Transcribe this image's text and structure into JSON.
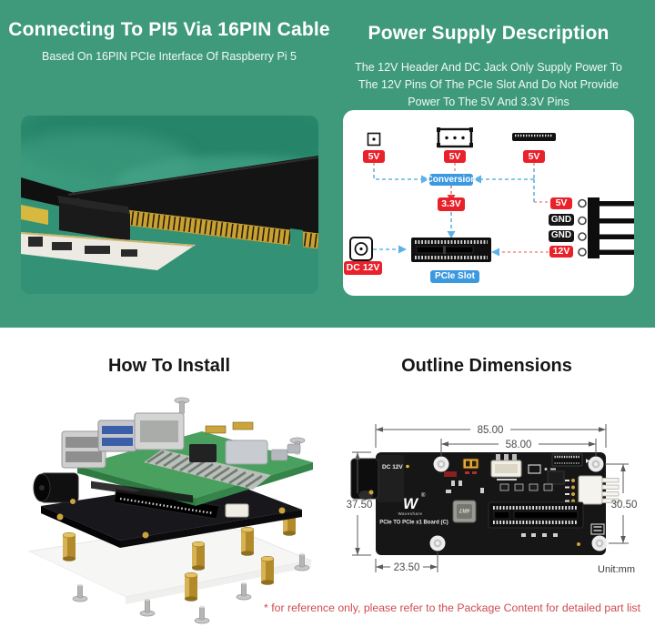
{
  "top_left": {
    "title": "Connecting To PI5 Via 16PIN Cable",
    "subtitle": "Based On 16PIN PCIe Interface Of Raspberry Pi 5"
  },
  "top_right": {
    "title": "Power Supply Description",
    "description": "The 12V Header And DC Jack Only Supply Power To The 12V Pins Of The PCIe Slot And Do Not Provide Power To The 5V And 3.3V Pins"
  },
  "power_diagram": {
    "src_5v_1": "5V",
    "src_5v_2": "5V",
    "src_5v_3": "5V",
    "conversion": "Conversion",
    "v33": "3.3V",
    "dc_jack": "DC 12V",
    "pcie_slot": "PCIe Slot",
    "pin_5v": "5V",
    "pin_gnd_1": "GND",
    "pin_gnd_2": "GND",
    "pin_12v": "12V"
  },
  "bottom_left": {
    "title": "How To Install"
  },
  "bottom_right": {
    "title": "Outline Dimensions",
    "dim_width": "85.00",
    "dim_hole_span": "58.00",
    "dim_height_left": "37.50",
    "dim_height_right": "30.50",
    "dim_hole_offset": "23.50",
    "unit": "Unit:mm",
    "board": {
      "dc_label": "DC 12V",
      "logo": "W",
      "logo_r": "®",
      "brand": "Waveshare",
      "model": "PCIe TO PCIe x1 Board (C)",
      "inductor": "4R7"
    }
  },
  "footnote": "* for reference only, please refer to the Package Content for detailed part list",
  "colors": {
    "green_background": "#3f9a7b",
    "badge_red": "#e8212b",
    "badge_blue": "#3b99e0",
    "note_red": "#d04a50"
  }
}
